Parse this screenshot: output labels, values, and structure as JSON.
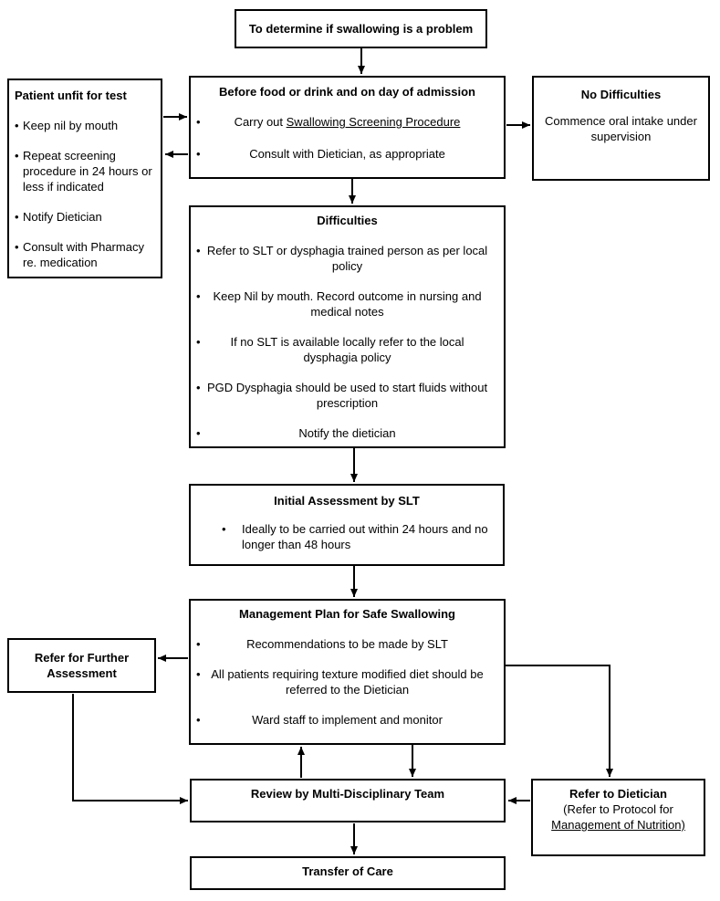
{
  "colors": {
    "background": "#ffffff",
    "text": "#000000",
    "line": "#000000",
    "box_border": "#000000"
  },
  "glyphs": {
    "bullet": "•"
  },
  "boxes": {
    "start": {
      "title": "To determine if swallowing is a problem"
    },
    "patient_unfit": {
      "title": "Patient unfit for test",
      "bullets": [
        "Keep nil by mouth",
        "Repeat screening procedure in 24 hours or less if indicated",
        "Notify Dietician",
        "Consult with Pharmacy re. medication"
      ]
    },
    "before_food": {
      "title": "Before food or drink and on day of admission",
      "bullet1_prefix": "Carry out ",
      "bullet1_underlined": "Swallowing Screening Procedure",
      "bullet2": "Consult with Dietician, as appropriate"
    },
    "no_difficulties": {
      "title": "No Difficulties",
      "body": "Commence oral intake under supervision"
    },
    "difficulties": {
      "title": "Difficulties",
      "bullets": [
        "Refer to SLT or dysphagia trained person as per local policy",
        "Keep Nil by mouth. Record outcome in nursing and medical notes",
        "If no SLT is available locally refer to the local dysphagia policy",
        "PGD Dysphagia should be used to start fluids without prescription",
        "Notify the dietician"
      ]
    },
    "initial_assessment": {
      "title": "Initial Assessment by SLT",
      "bullet": "Ideally to be carried out within 24 hours and no longer than 48 hours"
    },
    "management_plan": {
      "title": "Management Plan for Safe Swallowing",
      "bullets": [
        "Recommendations to be made by SLT",
        "All patients requiring texture modified diet should be referred to the Dietician",
        "Ward staff to implement and monitor"
      ]
    },
    "refer_further": {
      "title": "Refer for Further Assessment"
    },
    "review_mdt": {
      "title": "Review by Multi-Disciplinary Team"
    },
    "refer_dietician": {
      "title": "Refer to Dietician",
      "line2": "(Refer to Protocol for",
      "line3_underlined": "Management of Nutrition)"
    },
    "transfer": {
      "title": "Transfer of Care"
    }
  }
}
